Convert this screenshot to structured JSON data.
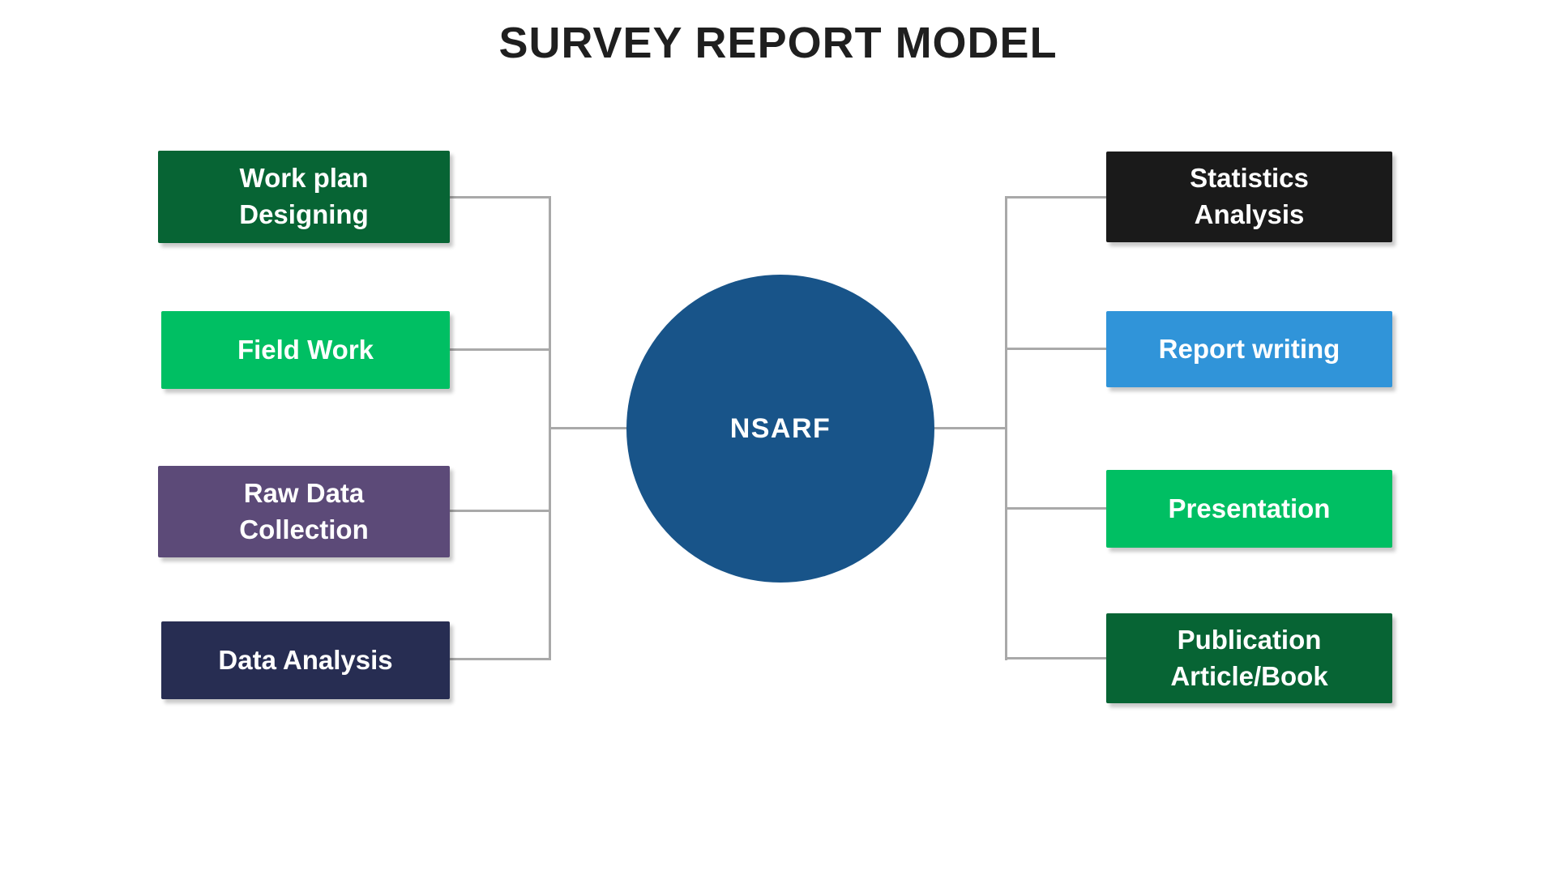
{
  "title": "SURVEY REPORT MODEL",
  "colors": {
    "dark_green": "#076434",
    "bright_green": "#00bf63",
    "purple": "#5c4a78",
    "navy": "#272d52",
    "black": "#1a1a1a",
    "blue": "#3094d9",
    "circle_blue": "#185489",
    "connector_gray": "#a9a9a9",
    "title_text": "#1f1f1f",
    "node_text": "#ffffff"
  },
  "center_node": {
    "label": "NSARF",
    "color": "#185489"
  },
  "left_nodes": [
    {
      "lines": [
        "Work plan",
        "Designing"
      ],
      "color": "#076434"
    },
    {
      "lines": [
        "Field Work"
      ],
      "color": "#00bf63"
    },
    {
      "lines": [
        "Raw Data",
        "Collection"
      ],
      "color": "#5c4a78"
    },
    {
      "lines": [
        "Data Analysis"
      ],
      "color": "#272d52"
    }
  ],
  "right_nodes": [
    {
      "lines": [
        "Statistics",
        "Analysis"
      ],
      "color": "#1a1a1a"
    },
    {
      "lines": [
        "Report writing"
      ],
      "color": "#3094d9"
    },
    {
      "lines": [
        "Presentation"
      ],
      "color": "#00bf63"
    },
    {
      "lines": [
        "Publication",
        "Article/Book"
      ],
      "color": "#076434"
    }
  ]
}
